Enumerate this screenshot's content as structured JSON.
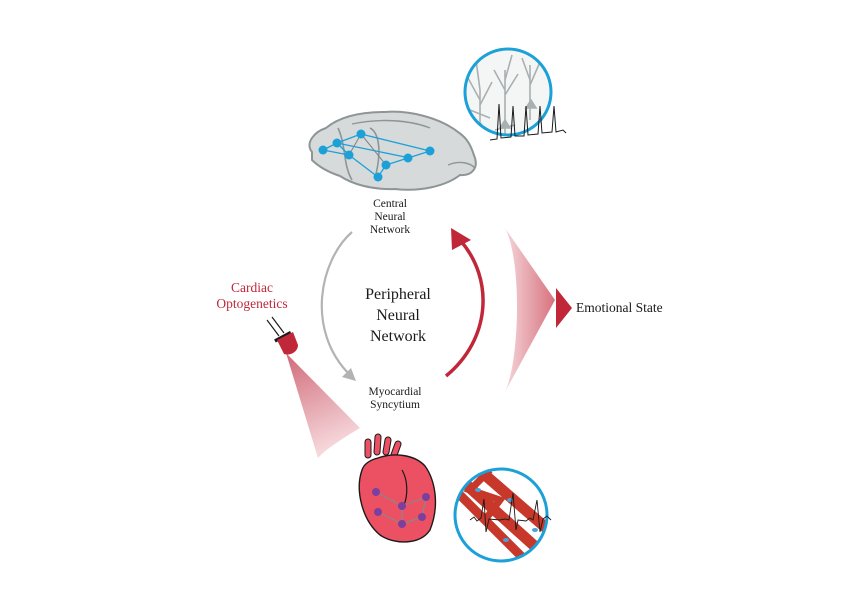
{
  "diagram": {
    "labels": {
      "central": [
        "Central",
        "Neural",
        "Network"
      ],
      "peripheral": [
        "Peripheral",
        "Neural",
        "Network"
      ],
      "myocardial": [
        "Myocardial",
        "Syncytium"
      ],
      "optogenetics": [
        "Cardiac",
        "Optogenetics"
      ],
      "emotional_state": "Emotional State"
    },
    "colors": {
      "accent_red": "#c0283a",
      "network_blue": "#1ba1d8",
      "heart_pink": "#ec5163",
      "heart_nodes": "#7b3fa0",
      "brain_gray": "#d7dadb",
      "arrow_gray": "#b3b3b3"
    },
    "icons": [
      "brain-icon",
      "neuron-inset-icon",
      "heart-icon",
      "cardiomyocyte-inset-icon",
      "led-optogenetics-icon"
    ]
  }
}
